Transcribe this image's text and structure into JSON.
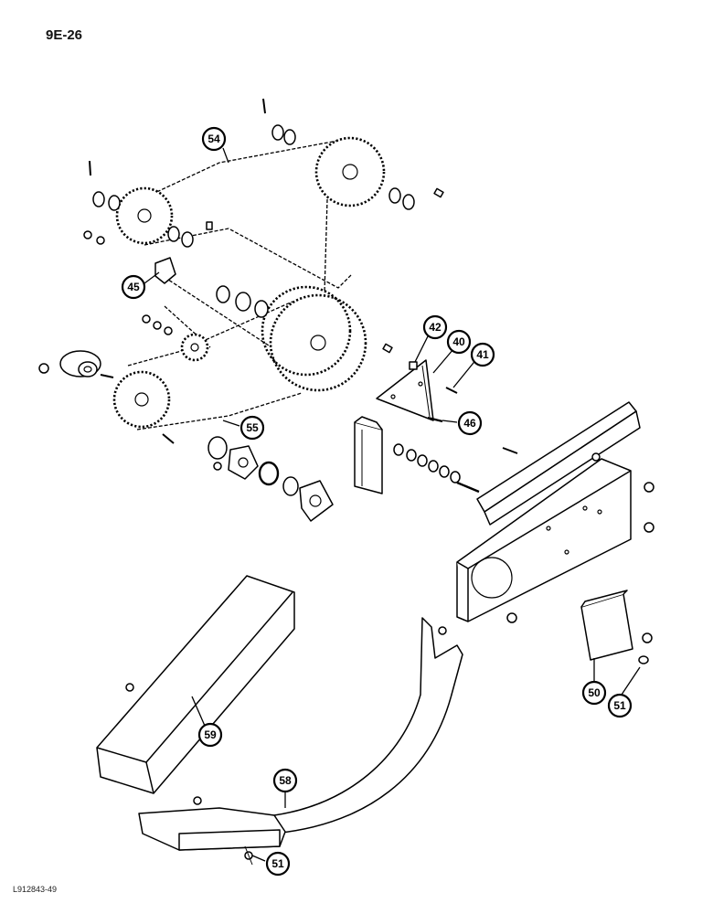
{
  "page_number": "9E-26",
  "figure_id": "L912843-49",
  "callouts": [
    {
      "label": "54"
    },
    {
      "label": "45"
    },
    {
      "label": "42"
    },
    {
      "label": "40"
    },
    {
      "label": "41"
    },
    {
      "label": "46"
    },
    {
      "label": "55"
    },
    {
      "label": "59"
    },
    {
      "label": "58"
    },
    {
      "label": "51"
    },
    {
      "label": "50"
    },
    {
      "label": "51"
    }
  ]
}
